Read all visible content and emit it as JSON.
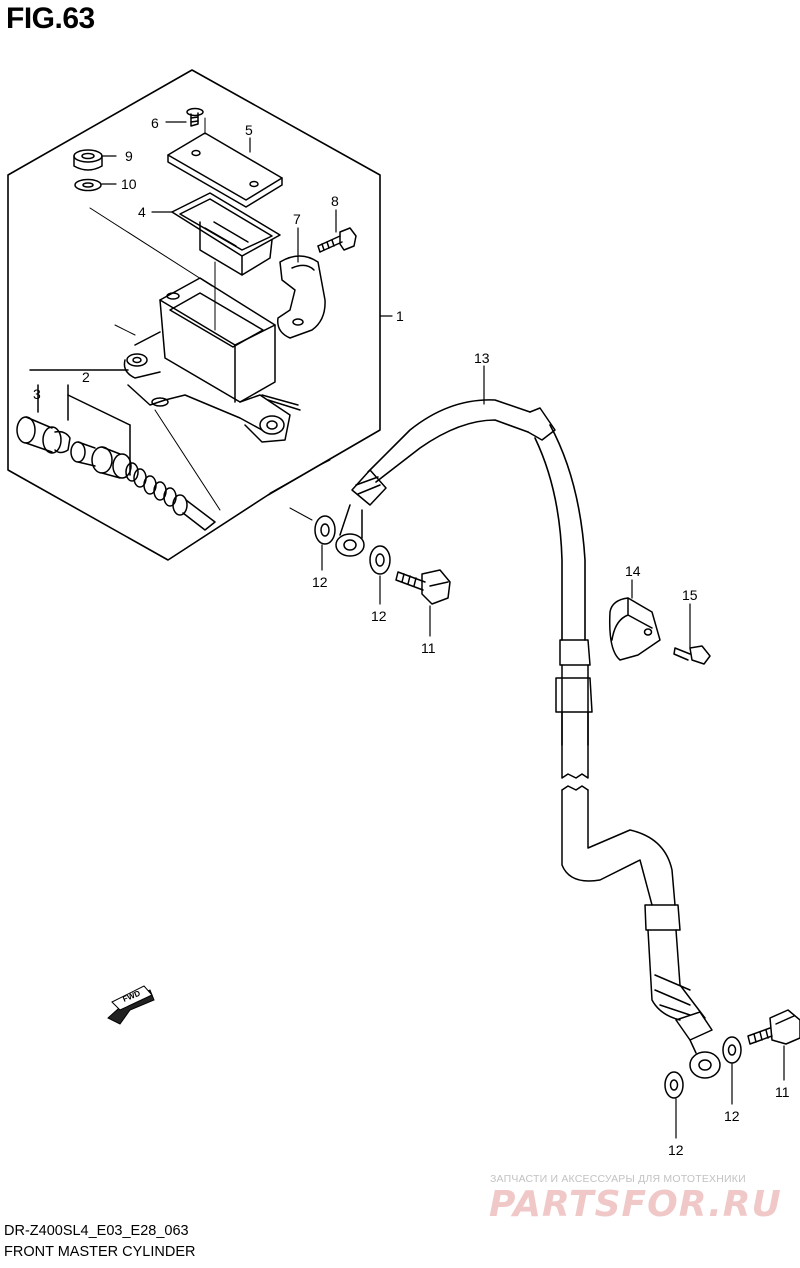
{
  "figure": {
    "title": "FIG.63",
    "model_code": "DR-Z400SL4_E03_E28_063",
    "caption": "FRONT MASTER CYLINDER"
  },
  "watermark": {
    "top_text": "ЗАПЧАСТИ И АКСЕССУАРЫ ДЛЯ МОТОТЕХНИКИ",
    "logo_text": "PARTSFOR.RU"
  },
  "fwd_label": "FWD",
  "part_labels": [
    "1",
    "2",
    "3",
    "4",
    "5",
    "6",
    "7",
    "8",
    "9",
    "10",
    "11",
    "12",
    "13",
    "14",
    "15"
  ],
  "callouts": {
    "p1": "1",
    "p2": "2",
    "p3": "3",
    "p4": "4",
    "p5": "5",
    "p6": "6",
    "p7": "7",
    "p8": "8",
    "p9": "9",
    "p10": "10",
    "p11a": "11",
    "p12a": "12",
    "p12b": "12",
    "p13": "13",
    "p14": "14",
    "p15": "15",
    "p11b": "11",
    "p12c": "12",
    "p12d": "12"
  }
}
